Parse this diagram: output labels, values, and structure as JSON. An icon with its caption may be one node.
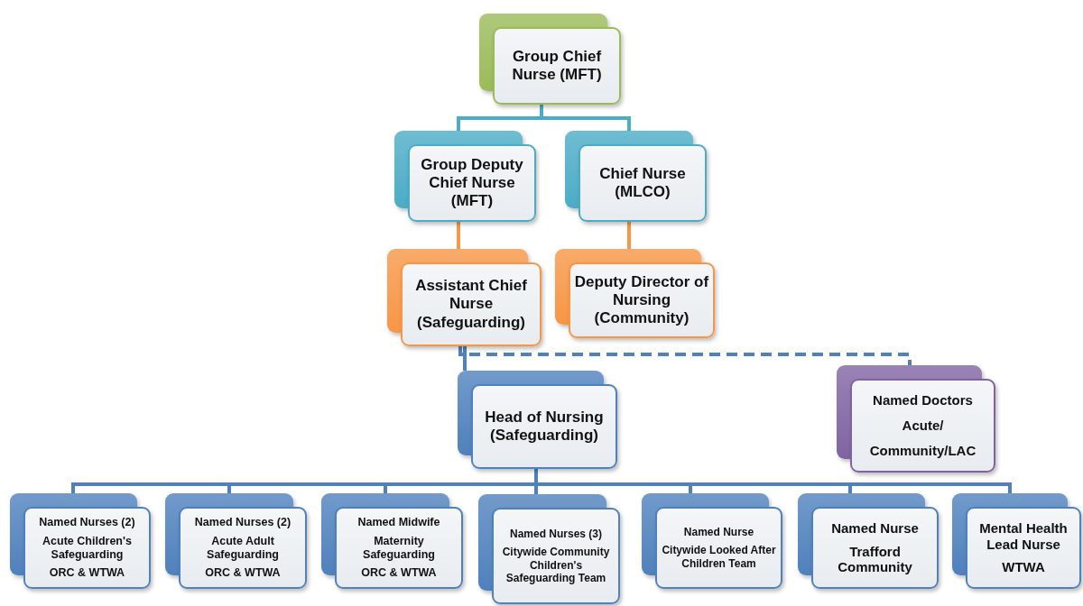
{
  "diagram": {
    "nodes": [
      {
        "text": [
          "Group Chief Nurse (MFT)"
        ]
      },
      {
        "text": [
          "Group Deputy Chief Nurse (MFT)"
        ]
      },
      {
        "text": [
          "Chief Nurse (MLCO)"
        ]
      },
      {
        "text": [
          "Assistant Chief Nurse (Safeguarding)"
        ]
      },
      {
        "text": [
          "Deputy Director of Nursing (Community)"
        ]
      },
      {
        "text": [
          "Head of Nursing (Safeguarding)"
        ]
      },
      {
        "text": [
          "Named Doctors",
          "Acute/",
          "Community/LAC"
        ]
      },
      {
        "text": [
          "Named Nurses (2)",
          "Acute Children's Safeguarding",
          "ORC & WTWA"
        ]
      },
      {
        "text": [
          "Named Nurses (2)",
          "Acute Adult Safeguarding",
          "ORC & WTWA"
        ]
      },
      {
        "text": [
          "Named Midwife",
          "Maternity Safeguarding",
          "ORC & WTWA"
        ]
      },
      {
        "text": [
          "Named Nurses (3)",
          "Citywide Community Children's Safeguarding Team"
        ]
      },
      {
        "text": [
          "Named Nurse",
          "Citywide Looked After Children Team"
        ]
      },
      {
        "text": [
          "Named Nurse",
          "Trafford Community"
        ]
      },
      {
        "text": [
          "Mental Health Lead Nurse",
          "WTWA"
        ]
      }
    ],
    "edges": [
      {
        "from": 0,
        "to": 1,
        "arrow": "none",
        "color": "#4bacc6"
      },
      {
        "from": 0,
        "to": 2,
        "arrow": "none",
        "color": "#4bacc6"
      },
      {
        "from": 1,
        "to": 3,
        "arrow": "none",
        "color": "#f79646"
      },
      {
        "from": 2,
        "to": 4,
        "arrow": "none",
        "color": "#f79646"
      },
      {
        "from": 3,
        "to": 5,
        "arrow": "none"
      },
      {
        "from": 3,
        "to": 6,
        "arrow": "none",
        "style": "dashed"
      },
      {
        "from": 5,
        "to": 7,
        "arrow": "none"
      },
      {
        "from": 5,
        "to": 8,
        "arrow": "none"
      },
      {
        "from": 5,
        "to": 9,
        "arrow": "none"
      },
      {
        "from": 5,
        "to": 10,
        "arrow": "none"
      },
      {
        "from": 5,
        "to": 11,
        "arrow": "none"
      },
      {
        "from": 5,
        "to": 12,
        "arrow": "none"
      },
      {
        "from": 5,
        "to": 13,
        "arrow": "none"
      }
    ]
  }
}
